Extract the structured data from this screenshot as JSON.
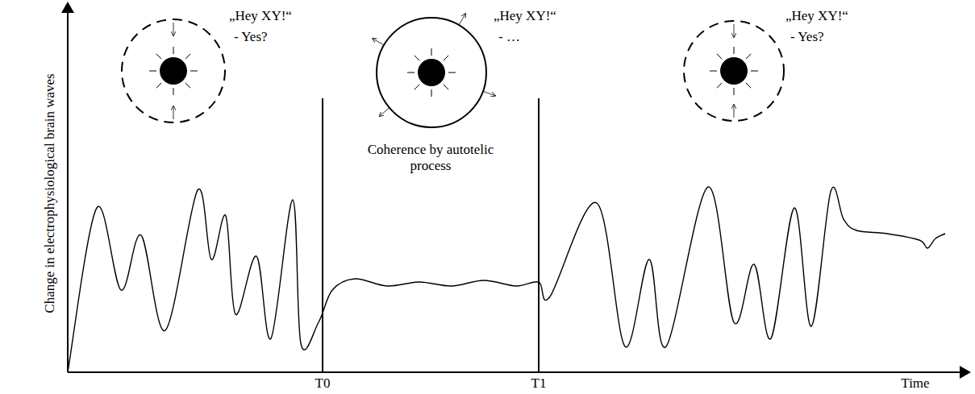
{
  "diagram": {
    "labels": [
      "Change in electrophysiological brain waves",
      "„Hey XY!“",
      "- Yes?",
      "„Hey XY!“",
      "- …",
      "„Hey XY!“",
      "- Yes?",
      "Coherence by autotelic process",
      "T0",
      "T1",
      "Time"
    ]
  }
}
